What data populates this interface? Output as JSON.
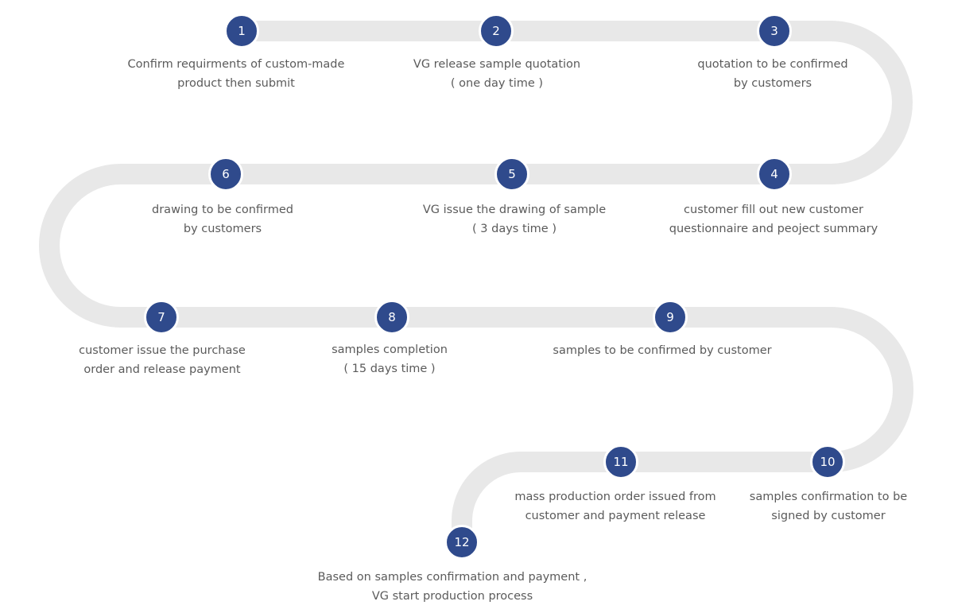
{
  "track_color": "#e8e8e8",
  "node_color": "#2f4a8c",
  "text_color": "#5b5b5b",
  "steps": [
    {
      "num": "1",
      "lines": [
        "Confirm requirments of custom-made",
        "product then submit"
      ]
    },
    {
      "num": "2",
      "lines": [
        "VG  release sample quotation",
        "( one day time )"
      ]
    },
    {
      "num": "3",
      "lines": [
        "quotation to be confirmed",
        "by customers"
      ]
    },
    {
      "num": "4",
      "lines": [
        "customer fill out new customer",
        "questionnaire and peoject summary"
      ]
    },
    {
      "num": "5",
      "lines": [
        "VG  issue the drawing of sample",
        "( 3 days time )"
      ]
    },
    {
      "num": "6",
      "lines": [
        "drawing to be confirmed",
        "by customers"
      ]
    },
    {
      "num": "7",
      "lines": [
        "customer issue the purchase",
        "order and release payment"
      ]
    },
    {
      "num": "8",
      "lines": [
        "samples completion",
        "( 15 days time )"
      ]
    },
    {
      "num": "9",
      "lines": [
        "samples to be confirmed by customer"
      ]
    },
    {
      "num": "10",
      "lines": [
        "samples confirmation to be",
        "signed by customer"
      ]
    },
    {
      "num": "11",
      "lines": [
        "mass production order issued from",
        "customer and payment release"
      ]
    },
    {
      "num": "12",
      "lines": [
        "Based on samples confirmation and payment ,",
        "VG  start production process"
      ]
    }
  ]
}
